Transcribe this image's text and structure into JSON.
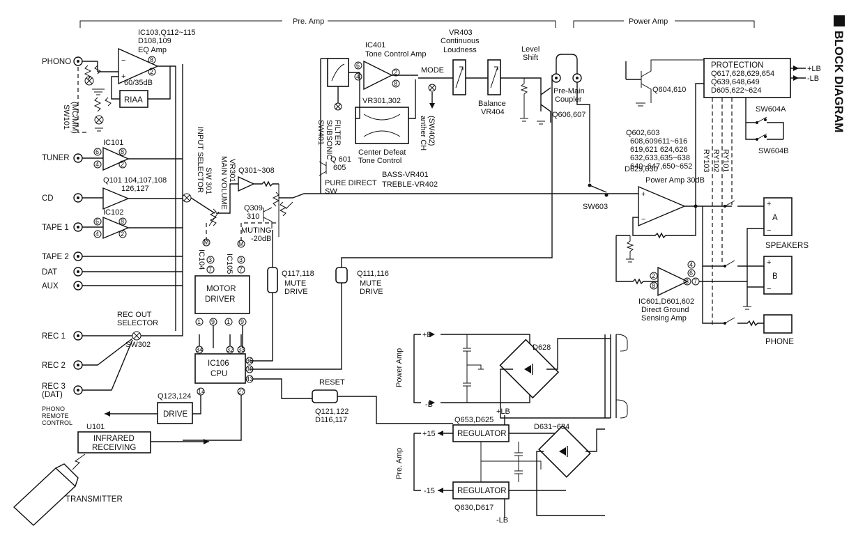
{
  "title": "BLOCK DIAGRAM",
  "sections": {
    "preamp": "Pre. Amp",
    "poweramp": "Power Amp"
  },
  "inputs": {
    "phono": "PHONO",
    "tuner": "TUNER",
    "cd": "CD",
    "tape1": "TAPE 1",
    "tape2": "TAPE 2",
    "dat": "DAT",
    "aux": "AUX",
    "rec1": "REC 1",
    "rec2": "REC 2",
    "rec3a": "REC 3",
    "rec3b": "(DAT)",
    "phono_remote_a": "PHONO",
    "phono_remote_b": "REMOTE",
    "phono_remote_c": "CONTROL"
  },
  "eq": {
    "ic": "IC103,Q112~115",
    "d": "D108,109",
    "name": "EQ Amp",
    "gain": "60/35dB",
    "riaa": "RIAA",
    "sw_a": "SW101",
    "sw_b": "(MC/MM)"
  },
  "ic101": "IC101",
  "q101": {
    "a": "Q101 104,107,108",
    "b": "126,127"
  },
  "ic102": "IC102",
  "input_selector": {
    "a": "INPUT SELECTOR",
    "b": "SW 301"
  },
  "main_volume": {
    "a": "MAIN VOLUME",
    "b": "VR301"
  },
  "q301": "Q301~308",
  "q309": {
    "a": "Q309",
    "b": "310"
  },
  "muting": {
    "a": "MUTING",
    "b": "-20dB"
  },
  "ic104": "IC104",
  "ic105": "IC105",
  "motor": {
    "a": "MOTOR",
    "b": "DRIVER"
  },
  "mute117": {
    "q": "Q117,118",
    "a": "MUTE",
    "b": "DRIVE"
  },
  "mute111": {
    "q": "Q111,116",
    "a": "MUTE",
    "b": "DRIVE"
  },
  "recout": {
    "a": "REC OUT",
    "b": "SELECTOR",
    "sw": "SW302"
  },
  "cpu": {
    "a": "IC106",
    "b": "CPU"
  },
  "reset": {
    "name": "RESET",
    "q": "Q121,122",
    "d": "D116,117"
  },
  "drive": {
    "name": "DRIVE",
    "q": "Q123,124"
  },
  "infrared": {
    "u": "U101",
    "a": "INFRARED",
    "b": "RECEIVING"
  },
  "transmitter": "TRANSMITTER",
  "tone": {
    "ic": "IC401",
    "name": "Tone Control Amp",
    "vr": "VR301,302",
    "cd_a": "Center Defeat",
    "cd_b": "Tone Control",
    "bass": "BASS-VR401",
    "treble": "TREBLE-VR402"
  },
  "subsonic": {
    "a": "SW401",
    "b": "SUBSONIC",
    "c": "FILTER"
  },
  "q601": {
    "a": "Q 601",
    "b": "605"
  },
  "pure_direct": {
    "a": "PURE DIRECT",
    "b": "SW"
  },
  "mode": "MODE",
  "anther": {
    "a": "anther CH",
    "b": "(SW402)"
  },
  "vr403": {
    "a": "VR403",
    "b": "Continuous",
    "c": "Loudness"
  },
  "balance": {
    "a": "Balance",
    "b": "VR404"
  },
  "level_shift": {
    "a": "Level",
    "b": "Shift"
  },
  "coupler": {
    "a": "Pre-Main",
    "b": "Coupler"
  },
  "q606": "Q606,607",
  "sw603": "SW603",
  "q604": "Q604,610",
  "protection": {
    "a": "PROTECTION",
    "b": "Q617,628,629,654",
    "c": "Q639,648,649",
    "d": "D605,622~624"
  },
  "lb_plus": "+LB",
  "lb_minus": "-LB",
  "sw604a": "SW604A",
  "sw604b": "SW604B",
  "poweramp_q": {
    "a": "Q602,603",
    "b": "608,609611~616",
    "c": "619,621  624,626",
    "d": "632,633,635~638",
    "e": "640~647,650~652",
    "f": "D629,630",
    "g": "Power Amp  30dB"
  },
  "relays": {
    "a": "RY103",
    "b": "RY102",
    "c": "RY101"
  },
  "speakers": {
    "a": "A",
    "b": "B",
    "label": "SPEAKERS",
    "phone": "PHONE"
  },
  "ic601": {
    "a": "IC601,D601,602",
    "b": "Direct Ground",
    "c": "Sensing Amp"
  },
  "psu": {
    "plus_b": "+B",
    "minus_b": "-B",
    "power_amp": "Power Amp",
    "pre_amp": "Pre. Amp",
    "d628": "D628",
    "d631": "D631~634",
    "q653": "Q653,D625",
    "q630": "Q630,D617",
    "reg": "REGULATOR",
    "plus15": "+15",
    "minus15": "-15",
    "plus_lb": "+LB",
    "minus_lb": "-LB"
  },
  "pins": {
    "eq8": "8",
    "eq2": "2",
    "t6": "6",
    "t4": "4",
    "t8": "8",
    "t2": "2",
    "i104a": "3",
    "i104b": "7",
    "i104c": "1",
    "i104d": "9",
    "i105a": "3",
    "i105b": "7",
    "i105c": "1",
    "i105d": "9",
    "c34": "34",
    "c32": "32",
    "c33": "33",
    "c14": "14",
    "c27": "27",
    "c35": "35",
    "c36": "36",
    "c43": "43",
    "tc6": "6",
    "tc4": "4",
    "tc2": "2",
    "tc8": "8",
    "gs2": "2",
    "gs8": "8",
    "gs4": "4",
    "gs6": "6",
    "gs3": "3",
    "gs7": "7",
    "m": "M"
  }
}
